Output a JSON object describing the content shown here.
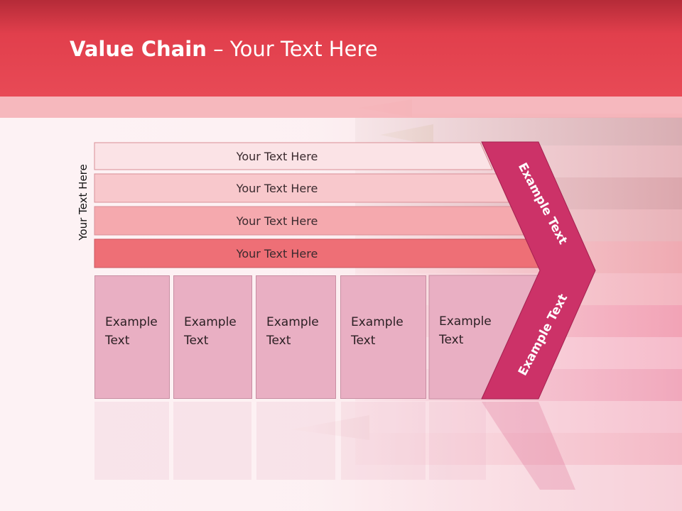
{
  "slide": {
    "title_bold": "Value Chain",
    "title_rest": " – Your Text Here",
    "side_label": "Your Text Here",
    "rows": [
      "Your Text Here",
      "Your Text Here",
      "Your Text Here",
      "Your Text Here"
    ],
    "columns": [
      "Example\nText",
      "Example\nText",
      "Example\nText",
      "Example\nText",
      "Example\nText"
    ],
    "chevron_top": "Example Text",
    "chevron_bottom": "Example Text",
    "colors": {
      "header": "#e6424f",
      "row1": "#fbe3e6",
      "row2": "#f8c8cc",
      "row3": "#f5a9ae",
      "row4": "#ee6f76",
      "columns": "#e9afc3",
      "chevron": "#cc3268"
    }
  }
}
